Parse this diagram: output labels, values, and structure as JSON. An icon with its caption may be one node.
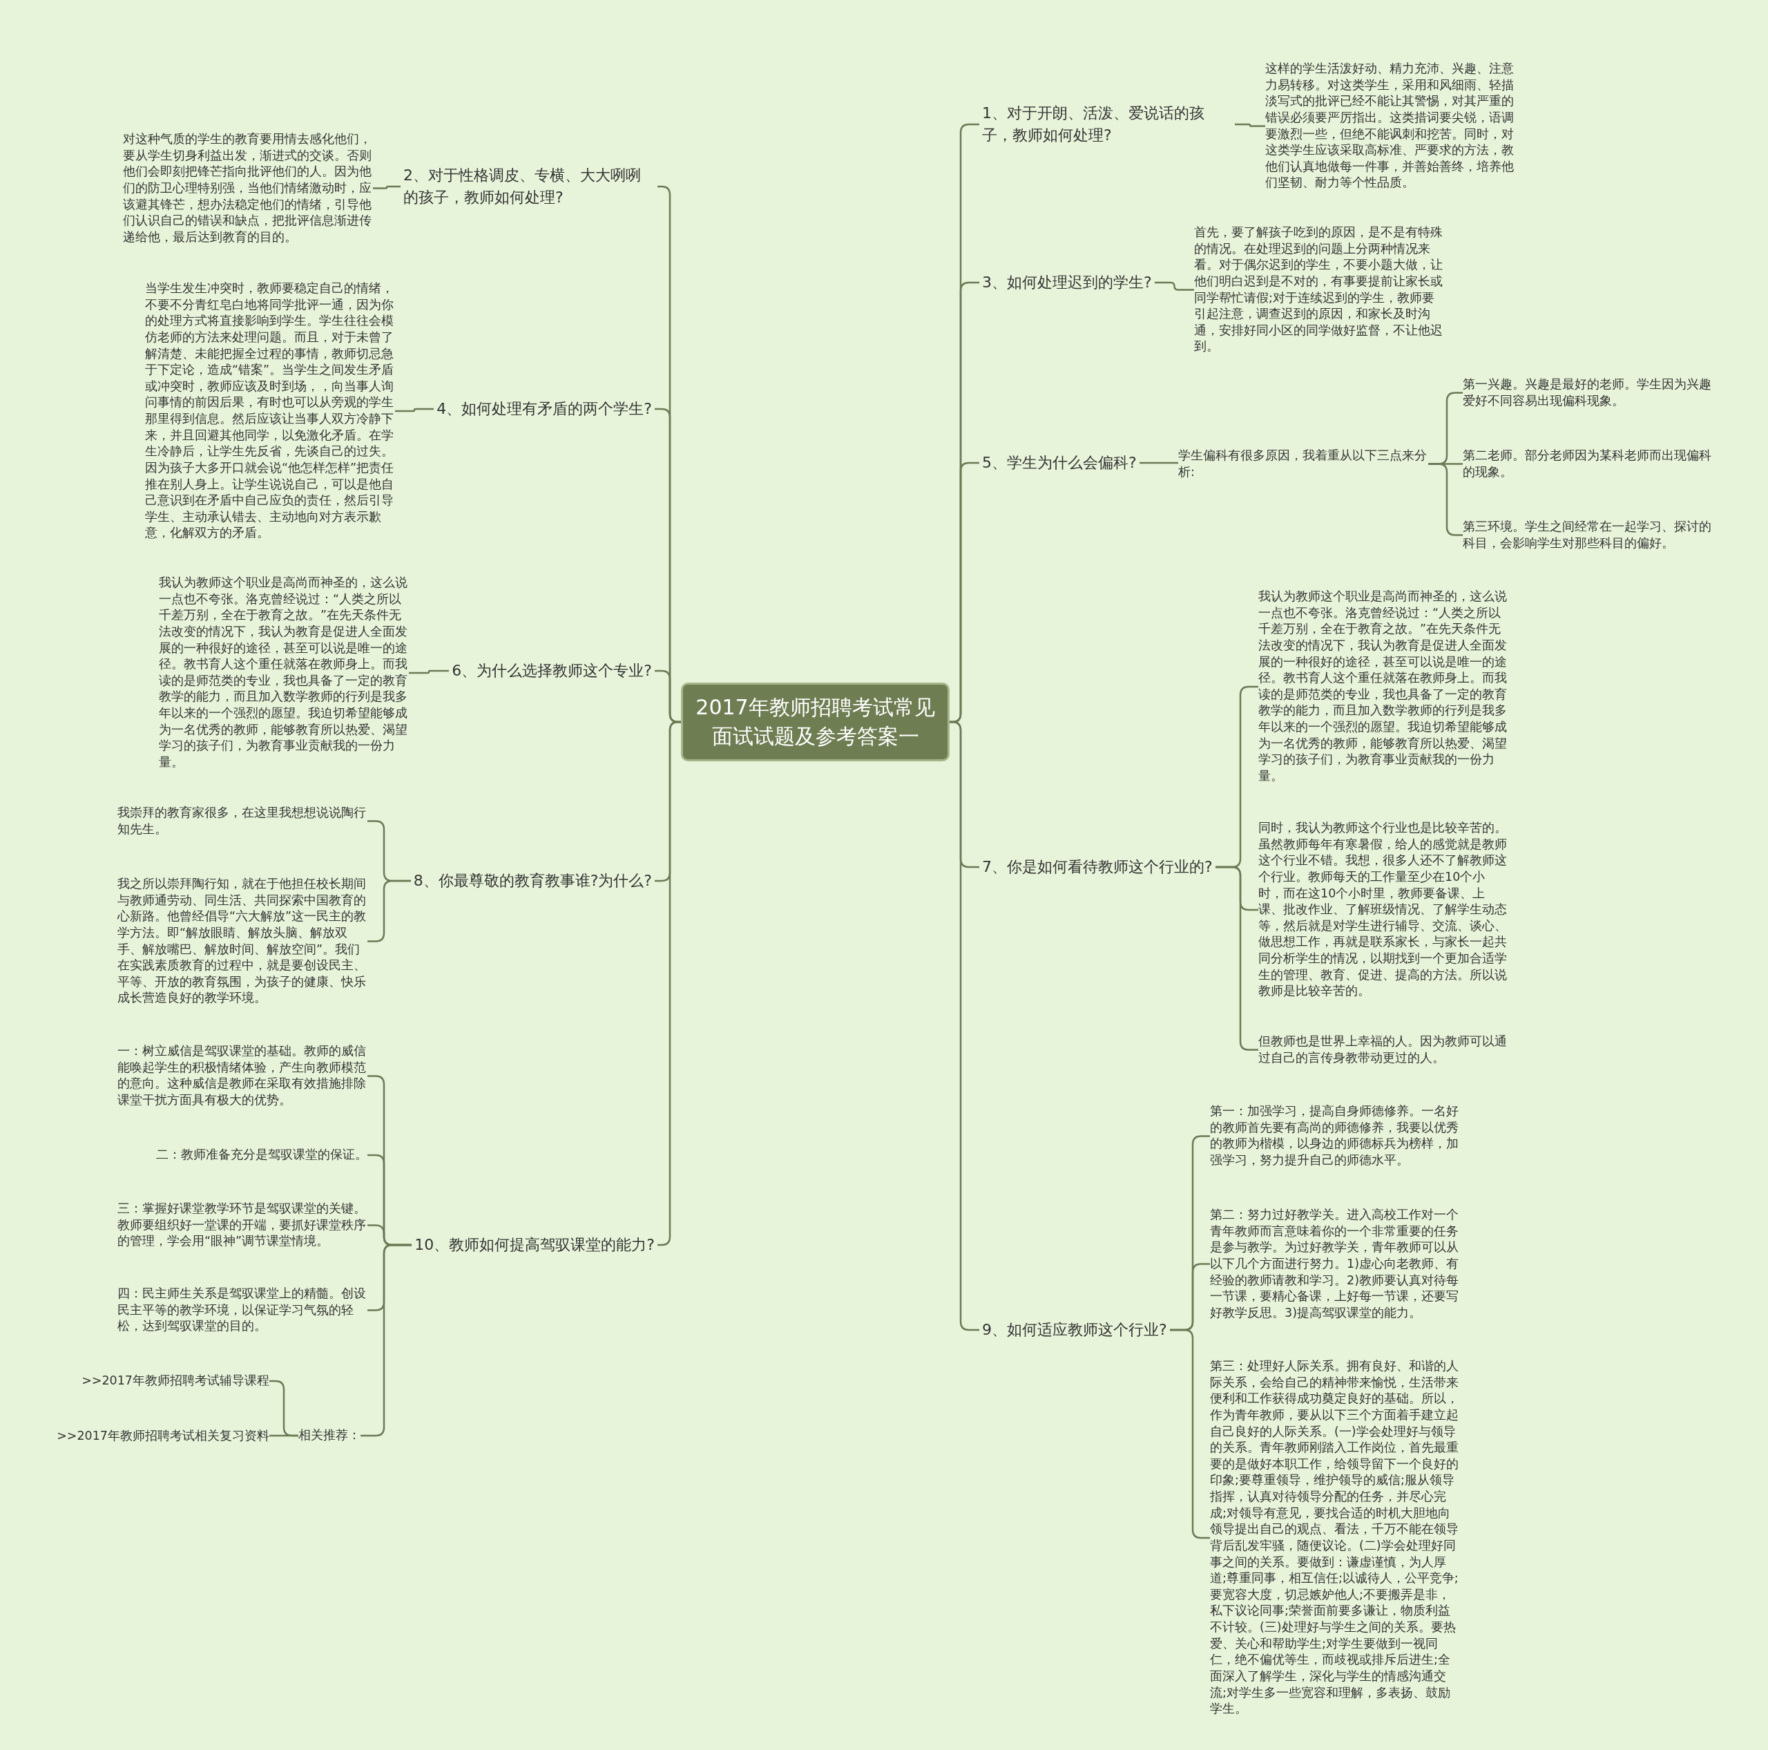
{
  "diagram": {
    "nodes": [
      {
        "text": [
          "2017年教师招聘考试常见面试试题及参考答案一"
        ]
      },
      {
        "text": [
          "1、对于开朗、活泼、爱说话的孩子，教师如何处理?"
        ]
      },
      {
        "text": [
          "这样的学生活泼好动、精力充沛、兴趣、注意力易转移。对这类学生，采用和风细雨、轻描淡写式的批评已经不能让其警惕，对其严重的错误必须要严厉指出。这类措词要尖锐，语调要激烈一些，但绝不能讽刺和挖苦。同时，对这类学生应该采取高标准、严要求的方法，教他们认真地做每一件事，并善始善终，培养他们坚韧、耐力等个性品质。"
        ]
      },
      {
        "text": [
          "2、对于性格调皮、专横、大大咧咧的孩子，教师如何处理?"
        ]
      },
      {
        "text": [
          "对这种气质的学生的教育要用情去感化他们，要从学生切身利益出发，渐进式的交谈。否则他们会即刻把锋芒指向批评他们的人。因为他们的防卫心理特别强，当他们情绪激动时，应该避其锋芒，想办法稳定他们的情绪，引导他们认识自己的错误和缺点，把批评信息渐进传递给他，最后达到教育的目的。"
        ]
      },
      {
        "text": [
          "3、如何处理迟到的学生?"
        ]
      },
      {
        "text": [
          "首先，要了解孩子吃到的原因，是不是有特殊的情况。在处理迟到的问题上分两种情况来看。对于偶尔迟到的学生，不要小题大做，让他们明白迟到是不对的，有事要提前让家长或同学帮忙请假;对于连续迟到的学生，教师要引起注意，调查迟到的原因，和家长及时沟通，安排好同小区的同学做好监督，不让他迟到。"
        ]
      },
      {
        "text": [
          "4、如何处理有矛盾的两个学生?"
        ]
      },
      {
        "text": [
          "当学生发生冲突时，教师要稳定自己的情绪，不要不分青红皂白地将同学批评一通，因为你的处理方式将直接影响到学生。学生往往会模仿老师的方法来处理问题。而且，对于未曾了解清楚、未能把握全过程的事情，教师切忌急于下定论，造成“错案”。当学生之间发生矛盾或冲突时，教师应该及时到场，，向当事人询问事情的前因后果，有时也可以从旁观的学生那里得到信息。然后应该让当事人双方冷静下来，并且回避其他同学，以免激化矛盾。在学生冷静后，让学生先反省，先谈自己的过失。因为孩子大多开口就会说“他怎样怎样”把责任推在别人身上。让学生说说自己，可以是他自己意识到在矛盾中自己应负的责任，然后引导学生、主动承认错去、主动地向对方表示歉意，化解双方的矛盾。"
        ]
      },
      {
        "text": [
          "5、学生为什么会偏科?"
        ]
      },
      {
        "text": [
          "学生偏科有很多原因，我着重从以下三点来分析:"
        ]
      },
      {
        "text": [
          "第一兴趣。兴趣是最好的老师。学生因为兴趣爱好不同容易出现偏科现象。"
        ]
      },
      {
        "text": [
          "第二老师。部分老师因为某科老师而出现偏科的现象。"
        ]
      },
      {
        "text": [
          "第三环境。学生之间经常在一起学习、探讨的科目，会影响学生对那些科目的偏好。"
        ]
      },
      {
        "text": [
          "6、为什么选择教师这个专业?"
        ]
      },
      {
        "text": [
          "我认为教师这个职业是高尚而神圣的，这么说一点也不夸张。洛克曾经说过：“人类之所以千差万别，全在于教育之故。”在先天条件无法改变的情况下，我认为教育是促进人全面发展的一种很好的途径，甚至可以说是唯一的途径。教书育人这个重任就落在教师身上。而我读的是师范类的专业，我也具备了一定的教育教学的能力，而且加入数学教师的行列是我多年以来的一个强烈的愿望。我迫切希望能够成为一名优秀的教师，能够教育所以热爱、渴望学习的孩子们，为教育事业贡献我的一份力量。"
        ]
      },
      {
        "text": [
          "7、你是如何看待教师这个行业的?"
        ]
      },
      {
        "text": [
          "我认为教师这个职业是高尚而神圣的，这么说一点也不夸张。洛克曾经说过：“人类之所以千差万别，全在于教育之故。”在先天条件无法改变的情况下，我认为教育是促进人全面发展的一种很好的途径，甚至可以说是唯一的途径。教书育人这个重任就落在教师身上。而我读的是师范类的专业，我也具备了一定的教育教学的能力，而且加入数学教师的行列是我多年以来的一个强烈的愿望。我迫切希望能够成为一名优秀的教师，能够教育所以热爱、渴望学习的孩子们，为教育事业贡献我的一份力量。"
        ]
      },
      {
        "text": [
          "同时，我认为教师这个行业也是比较辛苦的。虽然教师每年有寒暑假，给人的感觉就是教师这个行业不错。我想，很多人还不了解教师这个行业。教师每天的工作量至少在10个小时，而在这10个小时里，教师要备课、上课、批改作业、了解班级情况、了解学生动态等，然后就是对学生进行辅导、交流、谈心、做思想工作，再就是联系家长，与家长一起共同分析学生的情况，以期找到一个更加合适学生的管理、教育、促进、提高的方法。所以说教师是比较辛苦的。"
        ]
      },
      {
        "text": [
          "但教师也是世界上幸福的人。因为教师可以通过自己的言传身教带动更过的人。"
        ]
      },
      {
        "text": [
          "8、你最尊敬的教育教事谁?为什么?"
        ]
      },
      {
        "text": [
          "我崇拜的教育家很多，在这里我想想说说陶行知先生。"
        ]
      },
      {
        "text": [
          "我之所以崇拜陶行知，就在于他担任校长期间与教师通劳动、同生活、共同探索中国教育的心新路。他曾经倡导“六大解放”这一民主的教学方法。即“解放眼睛、解放头脑、解放双手、解放嘴巴、解放时间、解放空间”。我们在实践素质教育的过程中，就是要创设民主、平等、开放的教育氛围，为孩子的健康、快乐成长营造良好的教学环境。"
        ]
      },
      {
        "text": [
          "9、如何适应教师这个行业?"
        ]
      },
      {
        "text": [
          "第一：加强学习，提高自身师德修养。一名好的教师首先要有高尚的师德修养，我要以优秀的教师为楷模，以身边的师德标兵为榜样，加强学习，努力提升自己的师德水平。"
        ]
      },
      {
        "text": [
          "第二：努力过好教学关。进入高校工作对一个青年教师而言意味着你的一个非常重要的任务是参与教学。为过好教学关，青年教师可以从以下几个方面进行努力。1)虚心向老教师、有经验的教师请教和学习。2)教师要认真对待每一节课，要精心备课，上好每一节课，还要写好教学反思。3)提高驾驭课堂的能力。"
        ]
      },
      {
        "text": [
          "第三：处理好人际关系。拥有良好、和谐的人际关系，会给自己的精神带来愉悦，生活带来便利和工作获得成功奠定良好的基础。所以，作为青年教师，要从以下三个方面着手建立起自己良好的人际关系。(一)学会处理好与领导的关系。青年教师刚踏入工作岗位，首先最重要的是做好本职工作，给领导留下一个良好的印象;要尊重领导，维护领导的威信;服从领导指挥，认真对待领导分配的任务，并尽心完成;对领导有意见，要找合适的时机大胆地向领导提出自己的观点、看法，千万不能在领导背后乱发牢骚，随便议论。(二)学会处理好同事之间的关系。要做到：谦虚谨慎，为人厚道;尊重同事，相互信任;以诚待人，公平竞争;要宽容大度，切忌嫉妒他人;不要搬弄是非，私下议论同事;荣誉面前要多谦让，物质利益不计较。(三)处理好与学生之间的关系。要热爱、关心和帮助学生;对学生要做到一视同仁，绝不偏优等生，而歧视或排斥后进生;全面深入了解学生，深化与学生的情感沟通交流;对学生多一些宽容和理解，多表扬、鼓励学生。"
        ]
      },
      {
        "text": [
          "10、教师如何提高驾驭课堂的能力?"
        ]
      },
      {
        "text": [
          "一：树立威信是驾驭课堂的基础。教师的威信能唤起学生的积极情绪体验，产生向教师模范的意向。这种威信是教师在采取有效措施排除课堂干扰方面具有极大的优势。"
        ]
      },
      {
        "text": [
          "二：教师准备充分是驾驭课堂的保证。"
        ]
      },
      {
        "text": [
          "三：掌握好课堂教学环节是驾驭课堂的关键。教师要组织好一堂课的开端，要抓好课堂秩序的管理，学会用“眼神”调节课堂情境。"
        ]
      },
      {
        "text": [
          "四：民主师生关系是驾驭课堂上的精髓。创设民主平等的教学环境，以保证学习气氛的轻松，达到驾驭课堂的目的。"
        ]
      },
      {
        "text": [
          "相关推荐："
        ]
      },
      {
        "text": [
          ">>2017年教师招聘考试辅导课程"
        ]
      },
      {
        "text": [
          ">>2017年教师招聘考试相关复习资料"
        ]
      }
    ],
    "edges": [
      {
        "from": 0,
        "to": 1,
        "arrow": "none"
      },
      {
        "from": 0,
        "to": 3,
        "arrow": "none"
      },
      {
        "from": 0,
        "to": 5,
        "arrow": "none"
      },
      {
        "from": 0,
        "to": 7,
        "arrow": "none"
      },
      {
        "from": 0,
        "to": 9,
        "arrow": "none"
      },
      {
        "from": 0,
        "to": 14,
        "arrow": "none"
      },
      {
        "from": 0,
        "to": 16,
        "arrow": "none"
      },
      {
        "from": 0,
        "to": 20,
        "arrow": "none"
      },
      {
        "from": 0,
        "to": 23,
        "arrow": "none"
      },
      {
        "from": 0,
        "to": 27,
        "arrow": "none"
      },
      {
        "from": 1,
        "to": 2,
        "arrow": "none"
      },
      {
        "from": 3,
        "to": 4,
        "arrow": "none"
      },
      {
        "from": 5,
        "to": 6,
        "arrow": "none"
      },
      {
        "from": 7,
        "to": 8,
        "arrow": "none"
      },
      {
        "from": 9,
        "to": 10,
        "arrow": "none"
      },
      {
        "from": 10,
        "to": 11,
        "arrow": "none"
      },
      {
        "from": 10,
        "to": 12,
        "arrow": "none"
      },
      {
        "from": 10,
        "to": 13,
        "arrow": "none"
      },
      {
        "from": 14,
        "to": 15,
        "arrow": "none"
      },
      {
        "from": 16,
        "to": 17,
        "arrow": "none"
      },
      {
        "from": 16,
        "to": 18,
        "arrow": "none"
      },
      {
        "from": 16,
        "to": 19,
        "arrow": "none"
      },
      {
        "from": 20,
        "to": 21,
        "arrow": "none"
      },
      {
        "from": 20,
        "to": 22,
        "arrow": "none"
      },
      {
        "from": 23,
        "to": 24,
        "arrow": "none"
      },
      {
        "from": 23,
        "to": 25,
        "arrow": "none"
      },
      {
        "from": 23,
        "to": 26,
        "arrow": "none"
      },
      {
        "from": 27,
        "to": 28,
        "arrow": "none"
      },
      {
        "from": 27,
        "to": 29,
        "arrow": "none"
      },
      {
        "from": 27,
        "to": 30,
        "arrow": "none"
      },
      {
        "from": 27,
        "to": 31,
        "arrow": "none"
      },
      {
        "from": 27,
        "to": 32,
        "arrow": "none"
      },
      {
        "from": 32,
        "to": 33,
        "arrow": "none"
      },
      {
        "from": 32,
        "to": 34,
        "arrow": "none"
      }
    ]
  }
}
